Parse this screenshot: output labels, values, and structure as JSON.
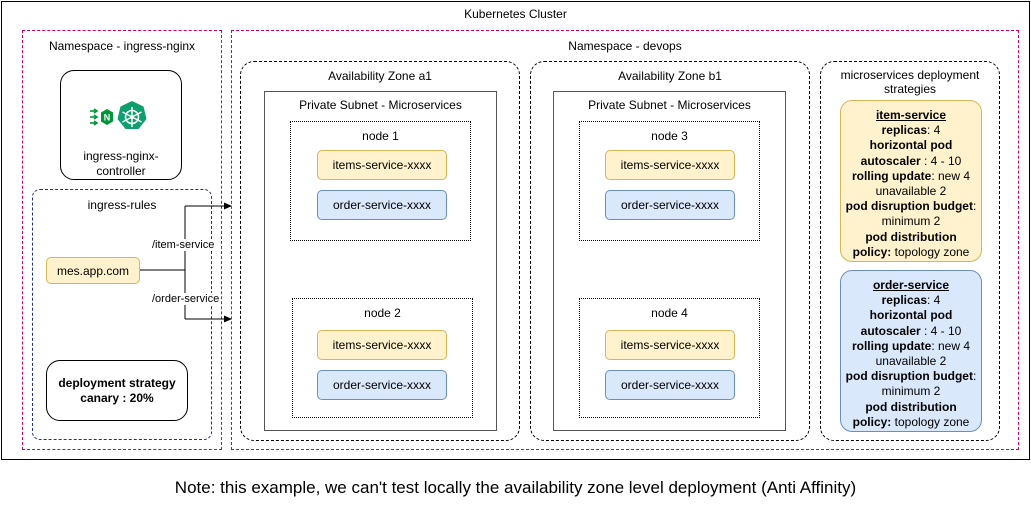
{
  "cluster": {
    "title": "Kubernetes Cluster"
  },
  "ns_ingress": {
    "title": "Namespace - ingress-nginx",
    "controller_label_1": "ingress-nginx-",
    "controller_label_2": "controller",
    "rules": {
      "title": "ingress-rules",
      "host": "mes.app.com",
      "path_item": "/item-service",
      "path_order": "/order-service"
    },
    "deployment_strategy": {
      "line1": "deployment strategy",
      "line2": "canary : 20%"
    }
  },
  "ns_devops": {
    "title": "Namespace - devops",
    "zones": [
      {
        "title": "Availability Zone a1",
        "subnet": "Private Subnet - Microservices",
        "nodes": [
          {
            "title": "node 1",
            "items": "items-service-xxxx",
            "order": "order-service-xxxx"
          },
          {
            "title": "node 2",
            "items": "items-service-xxxx",
            "order": "order-service-xxxx"
          }
        ]
      },
      {
        "title": "Availability Zone b1",
        "subnet": "Private Subnet - Microservices",
        "nodes": [
          {
            "title": "node 3",
            "items": "items-service-xxxx",
            "order": "order-service-xxxx"
          },
          {
            "title": "node 4",
            "items": "items-service-xxxx",
            "order": "order-service-xxxx"
          }
        ]
      }
    ],
    "strategies": {
      "title_1": "microservices deployment",
      "title_2": "strategies",
      "cards": [
        {
          "service": "item-service",
          "replicas_key": "replicas",
          "replicas_val": ": 4",
          "hpa_key_1": "horizontal pod",
          "hpa_key_2": "autoscaler",
          "hpa_val": " : 4 - 10",
          "ru_key": "rolling update",
          "ru_val_1": ": new 4",
          "ru_val_2": "unavailable 2",
          "pdb_key": "pod disruption budget",
          "pdb_colon": ":",
          "pdb_val": "minimum 2",
          "pdp_key_1": "pod distribution",
          "pdp_key_2": "policy:",
          "pdp_val": " topology zone",
          "fill": "#fff2cc"
        },
        {
          "service": "order-service",
          "replicas_key": "replicas",
          "replicas_val": ": 4",
          "hpa_key_1": "horizontal pod",
          "hpa_key_2": "autoscaler",
          "hpa_val": " : 4 - 10",
          "ru_key": "rolling update",
          "ru_val_1": ": new 4",
          "ru_val_2": "unavailable 2",
          "pdb_key": "pod disruption budget",
          "pdb_colon": ":",
          "pdb_val": "minimum 2",
          "pdp_key_1": "pod distribution",
          "pdp_key_2": "policy:",
          "pdp_val": " topology zone",
          "fill": "#dae8fc"
        }
      ]
    }
  },
  "note": "Note: this example, we can't test locally the availability zone level deployment (Anti Affinity)",
  "icons": {
    "nginx": "nginx-icon",
    "kubernetes": "kubernetes-helm-icon"
  },
  "colors": {
    "namespace_border": "#cc0066",
    "ingress_rules_border": "#1f2f8f",
    "yellow": "#fff2cc",
    "blue": "#dae8fc",
    "nginx_green": "#009639",
    "k8s_green": "#0f9e6e"
  }
}
